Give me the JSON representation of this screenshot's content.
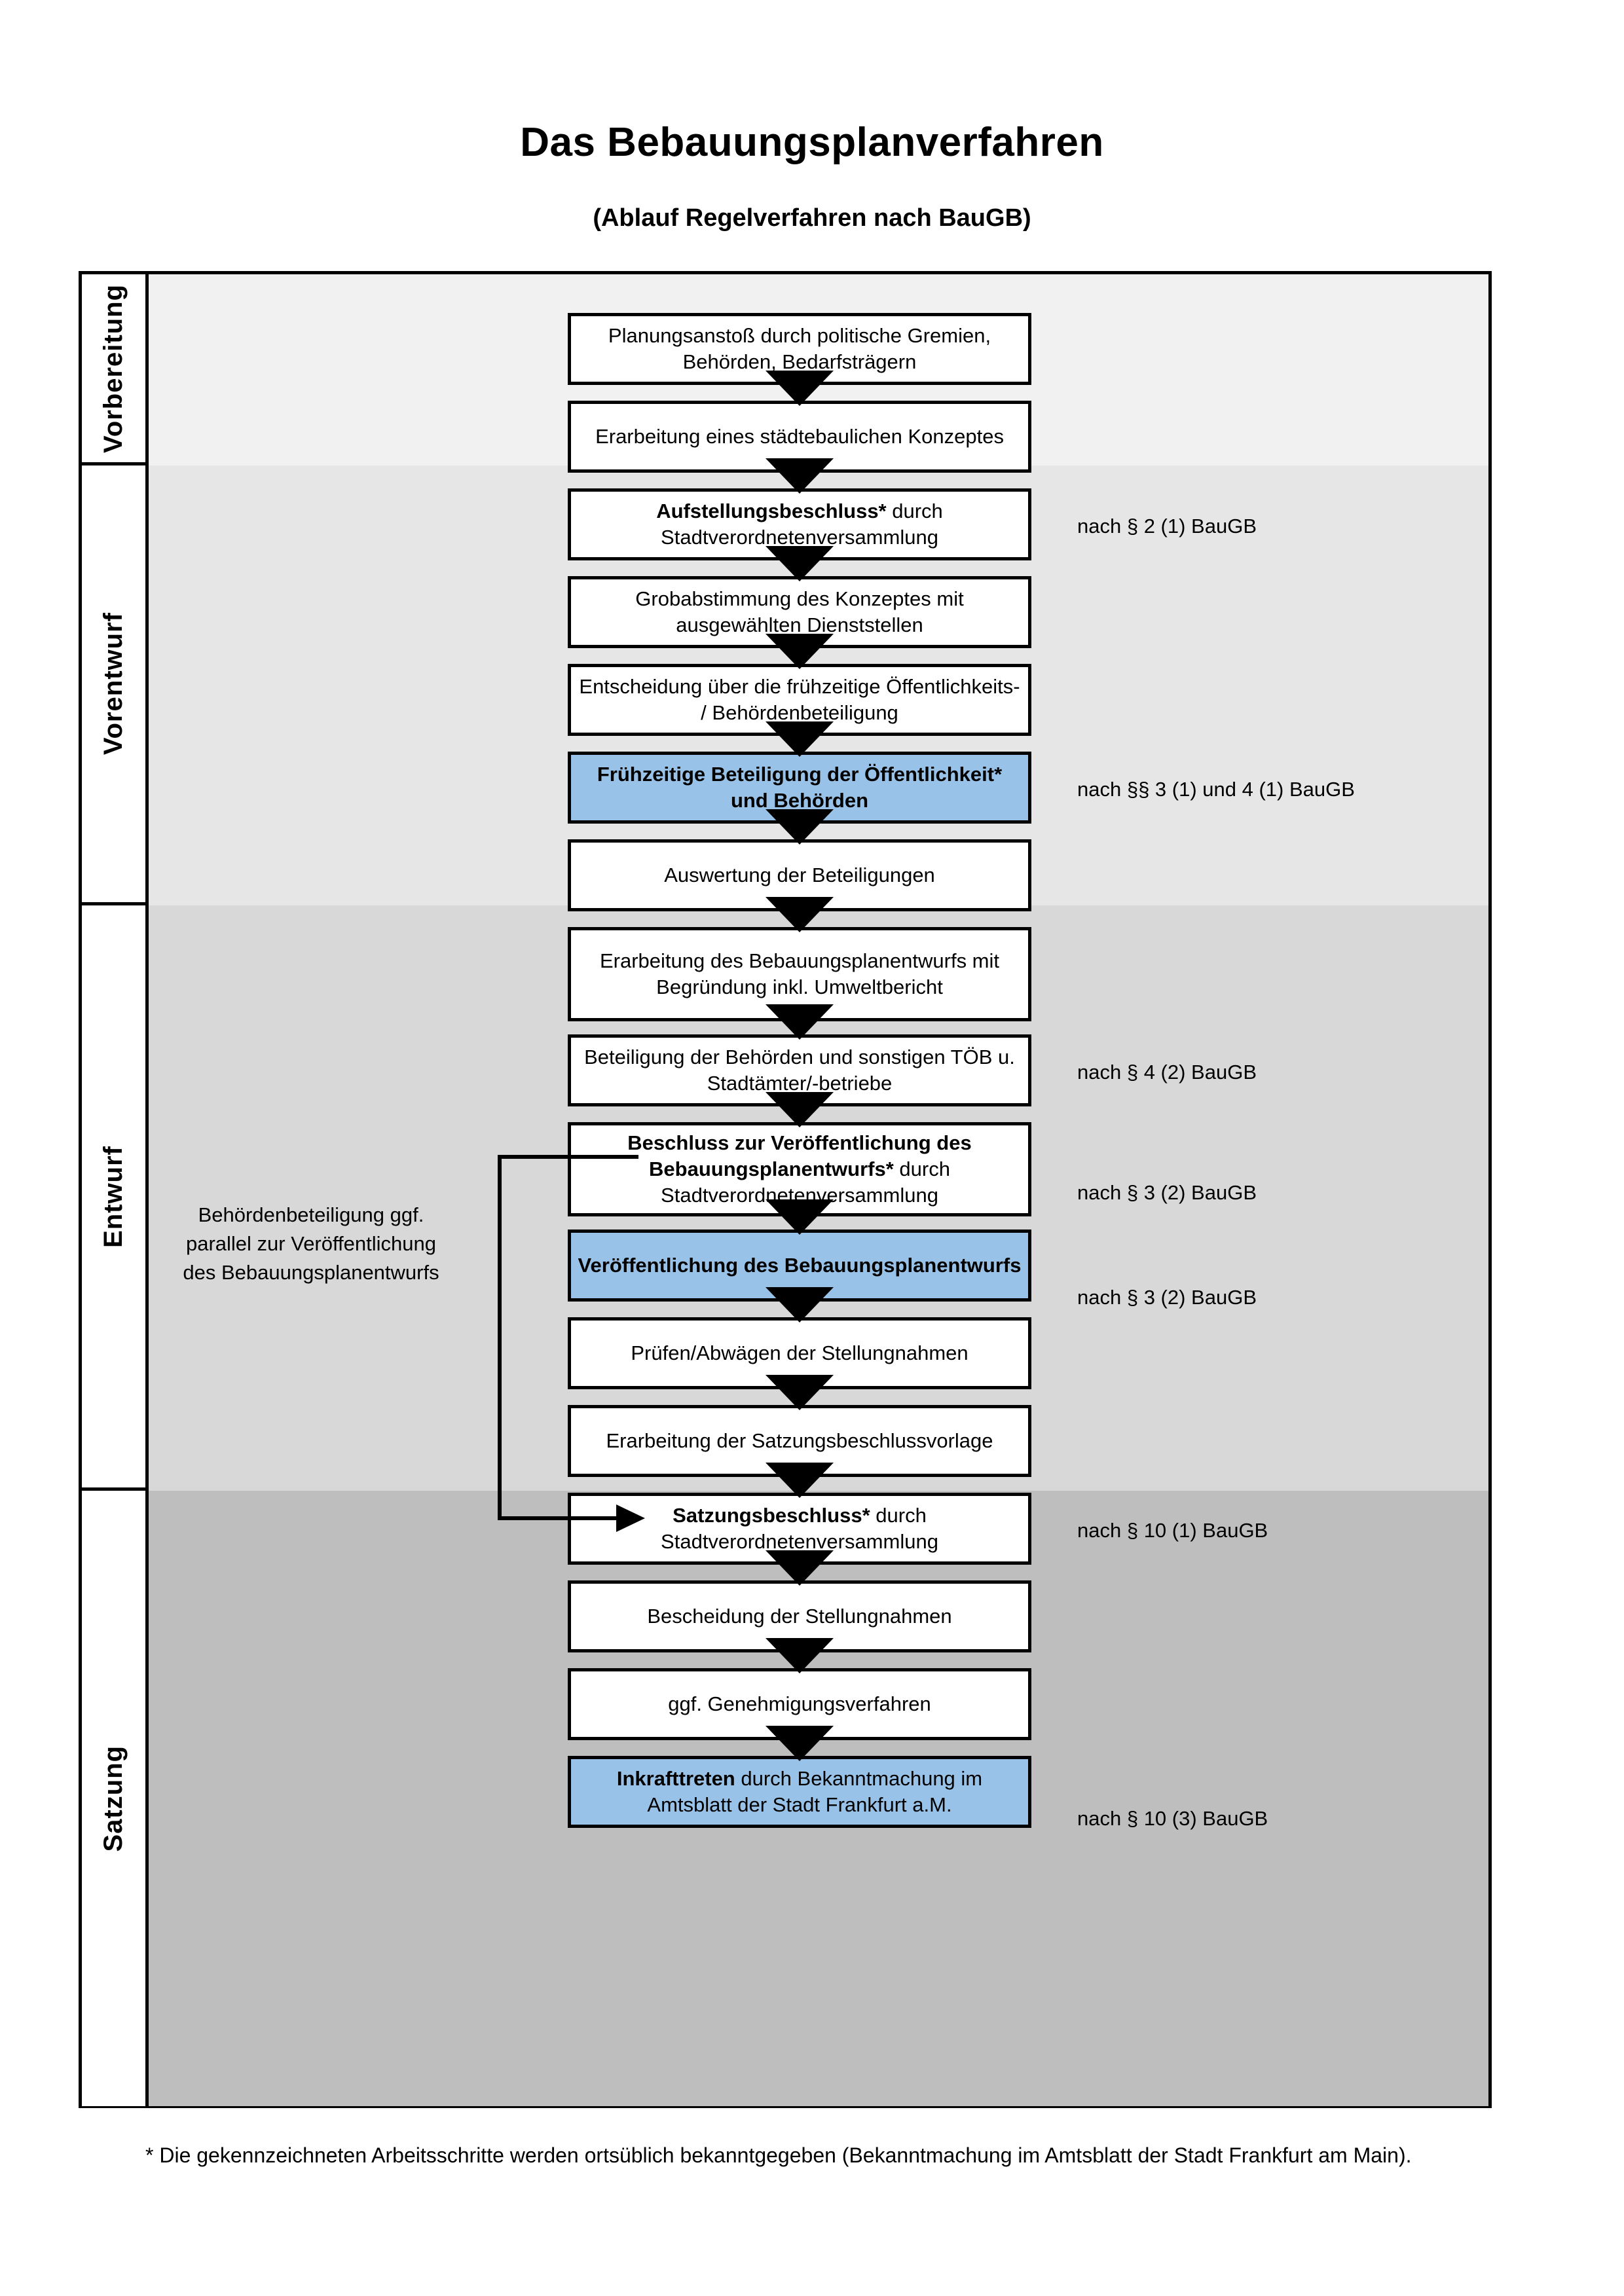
{
  "document": {
    "title": "Das Bebauungsplanverfahren",
    "subtitle": "(Ablauf Regelverfahren nach BauGB)",
    "footnote": "* Die gekennzeichneten Arbeitsschritte werden ortsüblich bekanntgegeben (Bekanntmachung im Amtsblatt  der Stadt Frankfurt am Main)."
  },
  "colors": {
    "highlight_box": "#99c2e8",
    "band_1": "#f1f1f1",
    "band_2": "#e6e6e6",
    "band_3": "#d8d8d8",
    "band_4": "#bebebe",
    "outline": "#000000"
  },
  "phases": [
    {
      "label": "Vorbereitung",
      "background": "#f1f1f1"
    },
    {
      "label": "Vorentwurf",
      "background": "#e6e6e6"
    },
    {
      "label": "Entwurf",
      "background": "#d8d8d8"
    },
    {
      "label": "Satzung",
      "background": "#bebebe"
    }
  ],
  "steps": [
    {
      "id": "step-1",
      "phase": "Vorbereitung",
      "bold": "",
      "text": "Planungsanstoß durch politische Gremien, Behörden, Bedarfsträgern",
      "highlight": false
    },
    {
      "id": "step-2",
      "phase": "Vorbereitung",
      "bold": "",
      "text": "Erarbeitung eines städtebaulichen Konzeptes",
      "highlight": false
    },
    {
      "id": "step-3",
      "phase": "Vorbereitung",
      "bold": "Aufstellungsbeschluss*",
      "text": " durch Stadtverordnetenversammlung",
      "highlight": false
    },
    {
      "id": "step-4",
      "phase": "Vorentwurf",
      "bold": "",
      "text": "Grobabstimmung des Konzeptes mit ausgewählten Dienststellen",
      "highlight": false
    },
    {
      "id": "step-5",
      "phase": "Vorentwurf",
      "bold": "",
      "text": "Entscheidung über die frühzeitige Öffentlichkeits- / Behördenbeteiligung",
      "highlight": false
    },
    {
      "id": "step-6",
      "phase": "Vorentwurf",
      "bold": "Frühzeitige Beteiligung der Öffentlichkeit* und Behörden",
      "text": "",
      "highlight": true
    },
    {
      "id": "step-7",
      "phase": "Entwurf",
      "bold": "",
      "text": "Auswertung der Beteiligungen",
      "highlight": false
    },
    {
      "id": "step-8",
      "phase": "Entwurf",
      "bold": "",
      "text": "Erarbeitung des Bebauungsplanentwurfs mit Begründung inkl. Umweltbericht",
      "highlight": false
    },
    {
      "id": "step-9",
      "phase": "Entwurf",
      "bold": "",
      "text": "Beteiligung der Behörden und sonstigen TÖB u. Stadtämter/-betriebe",
      "highlight": false
    },
    {
      "id": "step-10",
      "phase": "Entwurf",
      "bold": "Beschluss zur Veröffentlichung des Bebauungsplanentwurfs*",
      "text": " durch Stadtverordnetenversammlung",
      "highlight": false
    },
    {
      "id": "step-11",
      "phase": "Entwurf",
      "bold": "Veröffentlichung des Bebauungsplanentwurfs",
      "text": "",
      "highlight": true
    },
    {
      "id": "step-12",
      "phase": "Satzung",
      "bold": "",
      "text": "Prüfen/Abwägen der Stellungnahmen",
      "highlight": false
    },
    {
      "id": "step-13",
      "phase": "Satzung",
      "bold": "",
      "text": "Erarbeitung der Satzungsbeschlussvorlage",
      "highlight": false
    },
    {
      "id": "step-14",
      "phase": "Satzung",
      "bold": "Satzungsbeschluss*",
      "text": " durch Stadtverordnetenversammlung",
      "highlight": false
    },
    {
      "id": "step-15",
      "phase": "Satzung",
      "bold": "",
      "text": "Bescheidung der Stellungnahmen",
      "highlight": false
    },
    {
      "id": "step-16",
      "phase": "Satzung",
      "bold": "",
      "text": "ggf. Genehmigungsverfahren",
      "highlight": false
    },
    {
      "id": "step-17",
      "phase": "Satzung",
      "bold": "Inkrafttreten",
      "text": " durch Bekanntmachung im Amtsblatt der Stadt Frankfurt a.M.",
      "highlight": true
    }
  ],
  "legal_references": [
    {
      "id": "legal-1",
      "text": "nach § 2 (1) BauGB",
      "for_step": "step-3"
    },
    {
      "id": "legal-2",
      "text": "nach §§ 3 (1) und 4 (1) BauGB",
      "for_step": "step-6"
    },
    {
      "id": "legal-3",
      "text": "nach § 4 (2) BauGB",
      "for_step": "step-9"
    },
    {
      "id": "legal-4",
      "text": "nach § 3 (2) BauGB",
      "for_step": "step-10"
    },
    {
      "id": "legal-5",
      "text": "nach § 3 (2) BauGB",
      "for_step": "step-11"
    },
    {
      "id": "legal-6",
      "text": "nach § 10 (1) BauGB",
      "for_step": "step-14"
    },
    {
      "id": "legal-7",
      "text": "nach § 10 (3) BauGB",
      "for_step": "step-17"
    }
  ],
  "side_note": {
    "text": "Behördenbeteiligung ggf. parallel zur Veröffentlichung des Bebauungsplanentwurfs"
  },
  "connector": {
    "from_step": "step-9",
    "to_step": "step-11",
    "description": "bracket from Beteiligung der Behörden box to Veröffentlichung des Bebauungsplanentwurfs box"
  }
}
